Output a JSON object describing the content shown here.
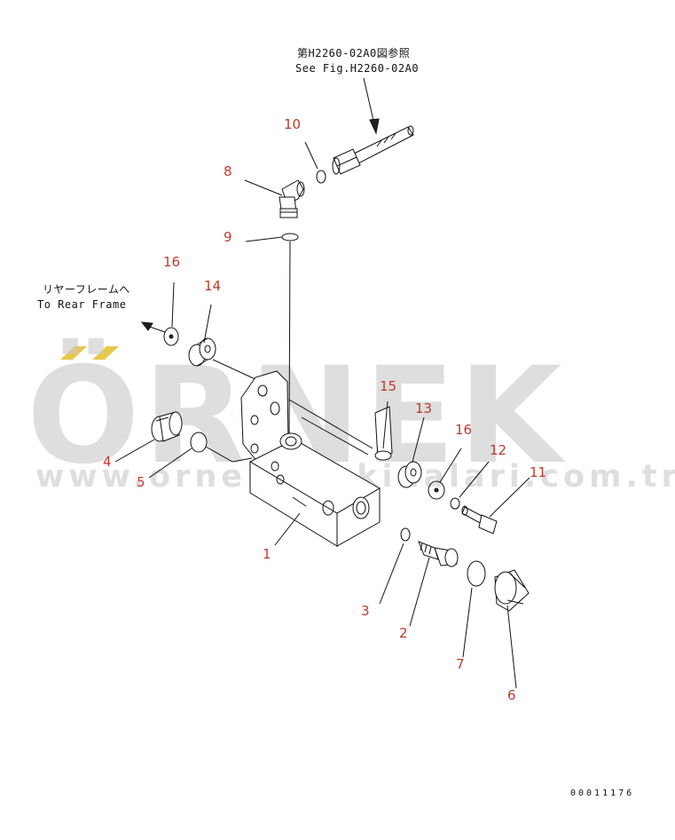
{
  "watermark": {
    "brand": "ÖRNEK",
    "url": "www.orneksmakinalari.com.tr",
    "accent_color": "#e8c84a"
  },
  "notes": {
    "ref_jp": "第H2260-02A0図参照",
    "ref_en": "See Fig.H2260-02A0",
    "rear_jp": "リヤーフレームへ",
    "rear_en": "To Rear Frame"
  },
  "parts": [
    {
      "num": "1"
    },
    {
      "num": "2"
    },
    {
      "num": "3"
    },
    {
      "num": "4"
    },
    {
      "num": "5"
    },
    {
      "num": "6"
    },
    {
      "num": "7"
    },
    {
      "num": "8"
    },
    {
      "num": "9"
    },
    {
      "num": "10"
    },
    {
      "num": "11"
    },
    {
      "num": "12"
    },
    {
      "num": "13"
    },
    {
      "num": "14"
    },
    {
      "num": "15"
    },
    {
      "num": "16"
    },
    {
      "num": "16"
    }
  ],
  "doc_code": "00011176",
  "colors": {
    "part_number": "#c0392b",
    "line": "#111111",
    "watermark": "#c9c9c9"
  }
}
